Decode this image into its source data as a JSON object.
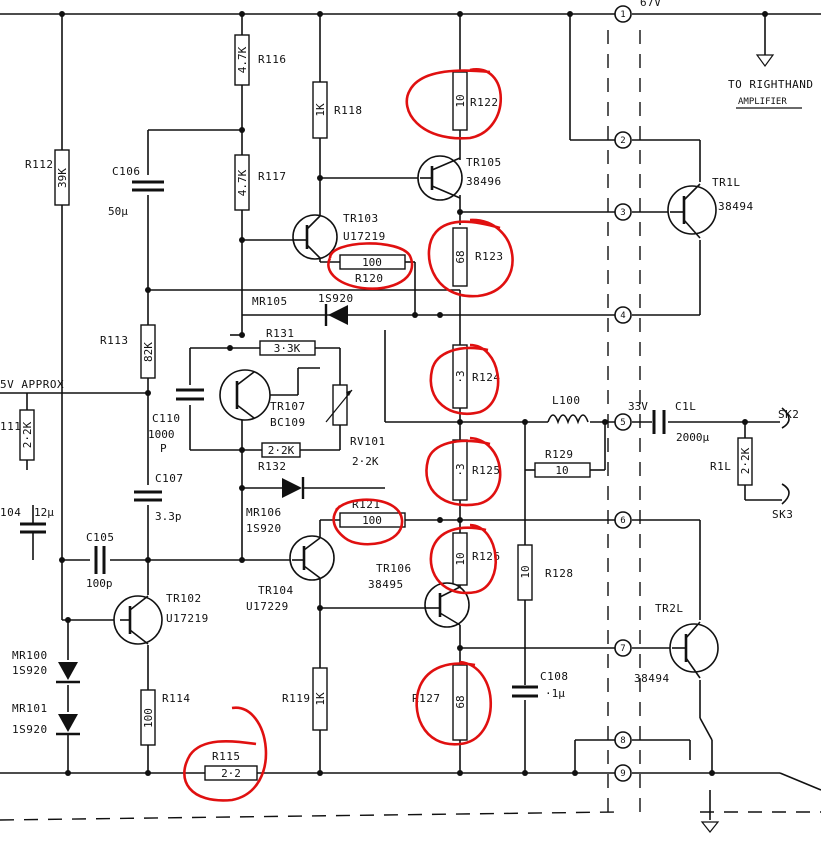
{
  "header": {
    "supply": "67V",
    "to_right": "TO RIGHTHAND",
    "amplifier": "AMPLIFIER"
  },
  "resistors": {
    "R112": {
      "label": "R112",
      "value": "39K"
    },
    "R116": {
      "label": "R116",
      "value": "4.7K"
    },
    "R117": {
      "label": "R117",
      "value": "4.7K"
    },
    "R118": {
      "label": "R118",
      "value": "1K"
    },
    "R122": {
      "label": "R122",
      "value": "10"
    },
    "R123": {
      "label": "R123",
      "value": "68"
    },
    "R120": {
      "label": "R120",
      "value": "100"
    },
    "R113": {
      "label": "R113",
      "value": "82K"
    },
    "R131": {
      "label": "R131",
      "value": "3·3K"
    },
    "R132": {
      "label": "R132",
      "value": "2·2K"
    },
    "R124": {
      "label": "R124",
      "value": "·3"
    },
    "R125": {
      "label": "R125",
      "value": "·3"
    },
    "R121": {
      "label": "R121",
      "value": "100"
    },
    "R126": {
      "label": "R126",
      "value": "10"
    },
    "R129": {
      "label": "R129",
      "value": "10"
    },
    "R128": {
      "label": "R128",
      "value": "10"
    },
    "R127": {
      "label": "R127",
      "value": "68"
    },
    "R119": {
      "label": "R119",
      "value": "1K"
    },
    "R114": {
      "label": "R114",
      "value": "100"
    },
    "R115": {
      "label": "R115",
      "value": "2·2"
    },
    "R111": {
      "label": "111",
      "value": "2·2K"
    },
    "R1L": {
      "label": "R1L",
      "value": "2·2K"
    }
  },
  "pot": {
    "label": "RV101",
    "value": "2·2K"
  },
  "capacitors": {
    "C106": {
      "label": "C106",
      "value": "50μ"
    },
    "C110": {
      "label": "C110",
      "value": "1000",
      "unit": "P"
    },
    "C107": {
      "label": "C107",
      "value": "3.3p"
    },
    "C105": {
      "label": "C105",
      "value": "100p"
    },
    "C104": {
      "label": "104",
      "value": "12μ"
    },
    "C108": {
      "label": "C108",
      "value": "·1μ"
    },
    "C1L": {
      "label": "C1L",
      "value": "2000μ",
      "volt": "33V"
    }
  },
  "inductor": {
    "label": "L100"
  },
  "transistors": {
    "TR105": {
      "label": "TR105",
      "part": "38496"
    },
    "TR103": {
      "label": "TR103",
      "part": "U17219"
    },
    "TR107": {
      "label": "TR107",
      "part": "BC109"
    },
    "TR104": {
      "label": "TR104",
      "part": "U17229"
    },
    "TR106": {
      "label": "TR106",
      "part": "38495"
    },
    "TR102": {
      "label": "TR102",
      "part": "U17219"
    },
    "TR1L": {
      "label": "TR1L",
      "part": "38494"
    },
    "TR2L": {
      "label": "TR2L",
      "part": "38494"
    }
  },
  "diodes": {
    "MR105": {
      "label": "MR105",
      "part": "1S920"
    },
    "MR106": {
      "label": "MR106",
      "part": "1S920"
    },
    "MR100": {
      "label": "MR100",
      "part": "1S920"
    },
    "MR101": {
      "label": "MR101",
      "part": "1S920"
    }
  },
  "input_label": "5V APPROX",
  "sockets": {
    "SK2": "SK2",
    "SK3": "SK3"
  },
  "terminals": [
    "1",
    "2",
    "3",
    "4",
    "5",
    "6",
    "7",
    "8",
    "9"
  ],
  "annotation_color": "#e01010",
  "ink_color": "#111111"
}
